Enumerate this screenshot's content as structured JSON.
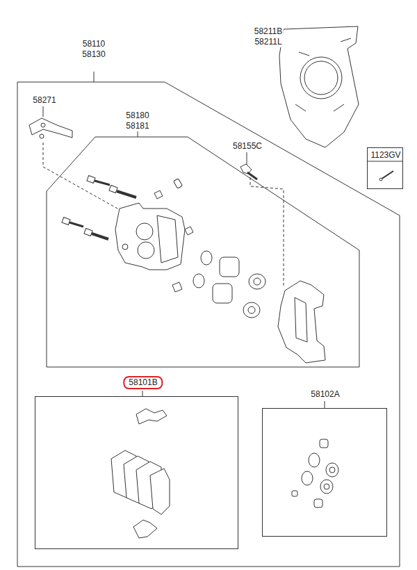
{
  "diagram": {
    "nodes": [
      {
        "text": [
          "58110 58130"
        ]
      },
      {
        "text": [
          "58180 58181"
        ],
        "in": 0
      },
      {
        "text": [
          "58101B"
        ],
        "in": 0
      },
      {
        "text": [
          "58102A"
        ],
        "in": 0
      },
      {
        "text": [
          "1123GV"
        ]
      }
    ],
    "labels": [
      "58211B 58211L",
      "58271",
      "58155C"
    ]
  }
}
